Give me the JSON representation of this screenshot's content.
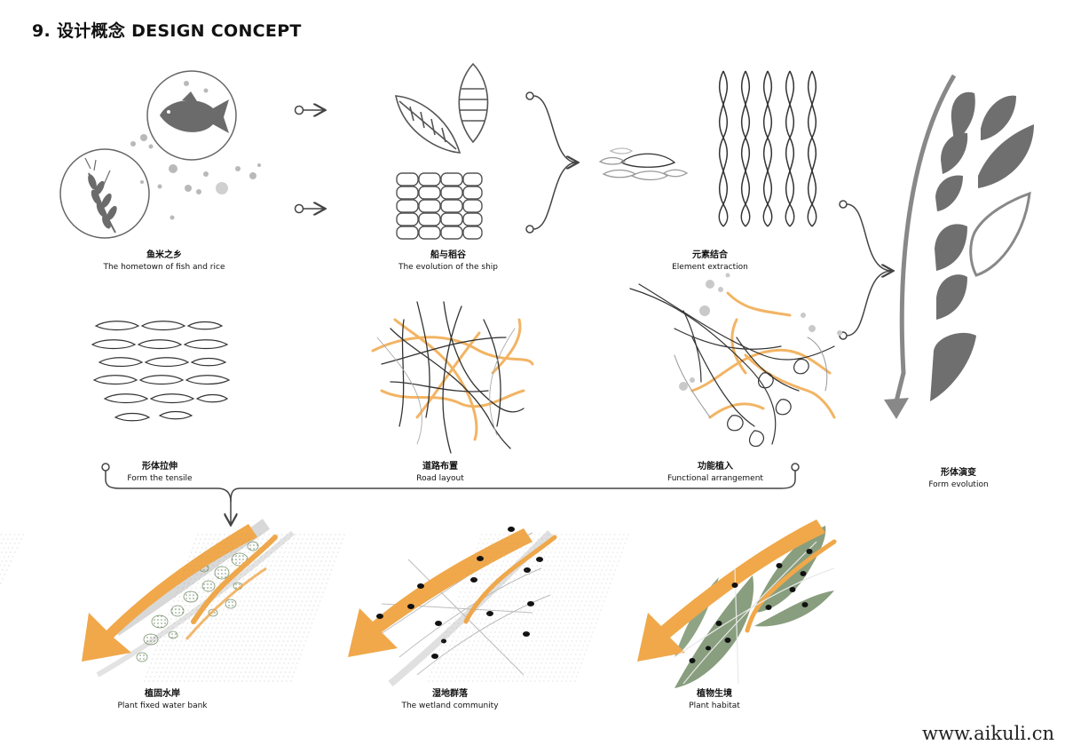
{
  "title": "9. 设计概念 DESIGN CONCEPT",
  "steps": {
    "fish_rice": {
      "zh": "鱼米之乡",
      "en": "The hometown of fish and rice"
    },
    "ship": {
      "zh": "船与稻谷",
      "en": "The evolution of the ship"
    },
    "element": {
      "zh": "元素结合",
      "en": "Element extraction"
    },
    "tensile": {
      "zh": "形体拉伸",
      "en": "Form the tensile"
    },
    "road": {
      "zh": "道路布置",
      "en": "Road layout"
    },
    "function": {
      "zh": "功能植入",
      "en": "Functional arrangement"
    },
    "evolution": {
      "zh": "形体演变",
      "en": "Form evolution"
    }
  },
  "outcomes": {
    "bank": {
      "zh": "植固水岸",
      "en": "Plant fixed water bank"
    },
    "wetland": {
      "zh": "湿地群落",
      "en": "The wetland community"
    },
    "habitat": {
      "zh": "植物生境",
      "en": "Plant habitat"
    }
  },
  "watermark": "www.aikuli.cn",
  "colors": {
    "orange": "#f0a84a",
    "gray": "#6f6f6f",
    "green": "#7b9470",
    "ink": "#222222"
  },
  "icons": [
    "fish-icon",
    "wheat-icon",
    "leaf-icon",
    "arrow-icon"
  ]
}
